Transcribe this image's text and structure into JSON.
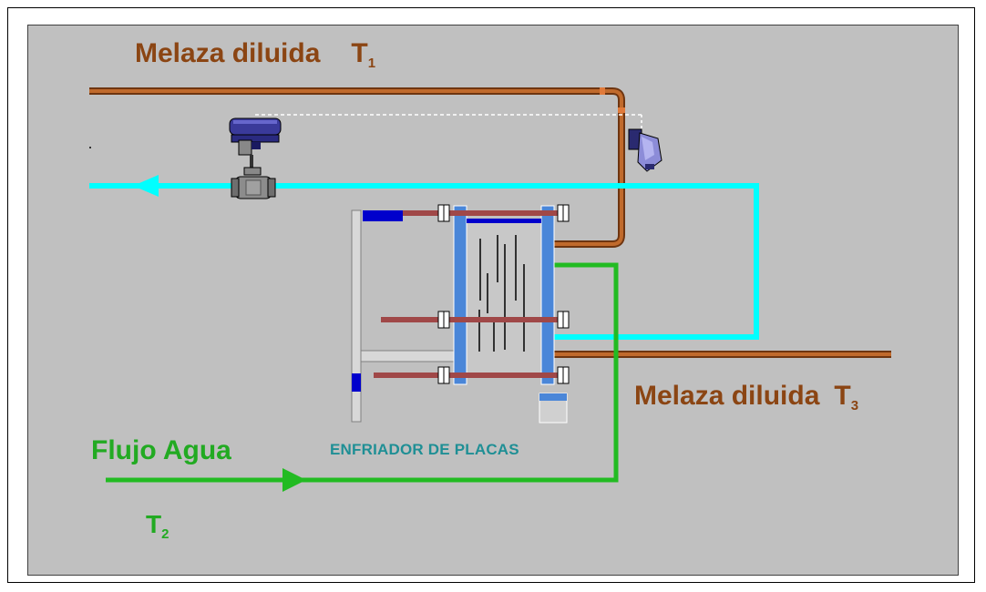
{
  "labels": {
    "inlet": {
      "text": "Melaza diluida",
      "temp": "T",
      "sub": "1"
    },
    "outlet": {
      "text": "Melaza diluida",
      "temp": "T",
      "sub": "3"
    },
    "water": {
      "text": "Flujo Agua",
      "temp": "T",
      "sub": "2"
    },
    "exchanger": "ENFRIADOR DE PLACAS"
  },
  "colors": {
    "molasses_line": "#b5581e",
    "cooling_return": "#00ffff",
    "water_line": "#22bb22",
    "plate_blue": "#4a86d8",
    "panel_bg": "#c0c0c0",
    "label_brown": "#8b4513",
    "label_green": "#22aa22",
    "caption": "#1f8f95"
  },
  "icons": [
    "control-valve-icon",
    "temperature-transmitter-icon",
    "plate-heat-exchanger-icon",
    "flow-arrow-icon"
  ]
}
